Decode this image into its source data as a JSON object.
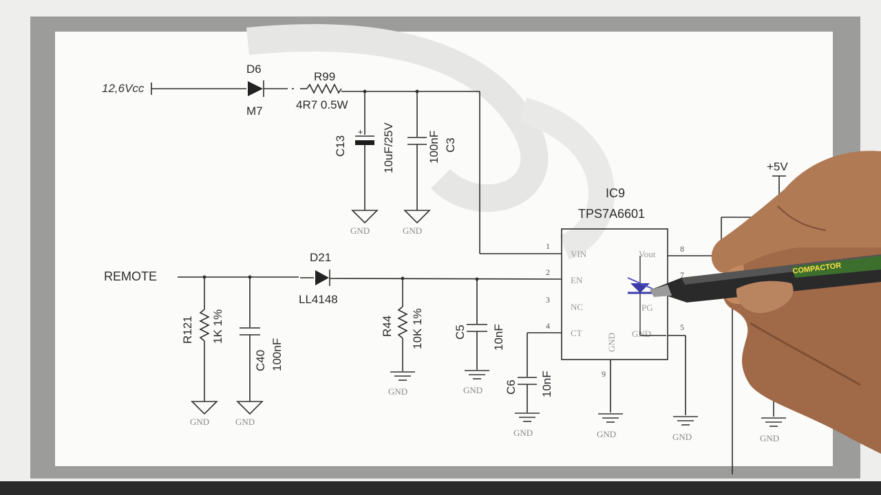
{
  "supply": {
    "label": "12,6Vcc"
  },
  "d6": {
    "ref": "D6",
    "value": "M7"
  },
  "r99": {
    "ref": "R99",
    "value": "4R7 0.5W"
  },
  "c13": {
    "ref": "C13",
    "value": "10uF/25V"
  },
  "c3": {
    "ref": "C3",
    "value": "100nF"
  },
  "ic9": {
    "ref": "IC9",
    "part": "TPS7A6601",
    "pins": {
      "vin": "VIN",
      "en": "EN",
      "nc": "NC",
      "ct": "CT",
      "vout": "Vout",
      "pg": "PG",
      "gnd_r": "GND",
      "gnd_b": "GND"
    },
    "pin_numbers": {
      "vin": "1",
      "en": "2",
      "nc": "3",
      "ct": "4",
      "vout": "8",
      "pg": "7",
      "gnd_r": "5",
      "gnd_b": "9"
    }
  },
  "remote": {
    "label": "REMOTE"
  },
  "r121": {
    "ref": "R121",
    "value": "1K 1%"
  },
  "c40": {
    "ref": "C40",
    "value": "100nF"
  },
  "d21": {
    "ref": "D21",
    "value": "LL4148"
  },
  "r44": {
    "ref": "R44",
    "value": "10K 1%"
  },
  "c5": {
    "ref": "C5",
    "value": "10nF"
  },
  "c6": {
    "ref": "C6",
    "value": "10nF"
  },
  "rail_5v": {
    "label": "+5V"
  },
  "gnd_label": "GND",
  "pen": {
    "brand_text": "COMPACTOR"
  }
}
